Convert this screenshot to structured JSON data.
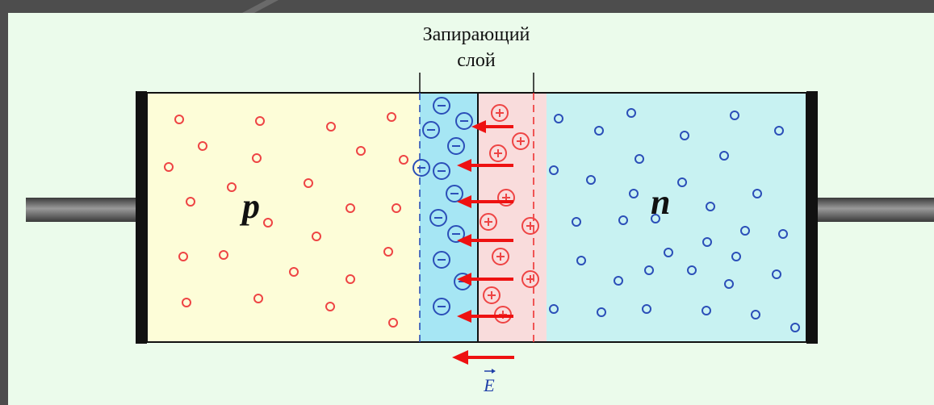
{
  "diagram": {
    "title_line1": "Запирающий",
    "title_line2": "слой",
    "label_p": "p",
    "label_n": "n",
    "field_label": "E",
    "plus_sign": "+",
    "minus_sign": "−",
    "colors": {
      "frame_bg": "#5a5a5a",
      "panel_bg": "#ebfbeb",
      "p_region": "#fdfdd8",
      "n_region": "#c8f2f2",
      "depletion_negative": "#a6e6f4",
      "depletion_positive": "#f9dcdc",
      "hole": "#ee4444",
      "electron": "#2b4fb8",
      "arrow": "#ee1111",
      "field_label": "#1f3fa8",
      "contact": "#111111",
      "lead": "#6a6a6a"
    }
  }
}
